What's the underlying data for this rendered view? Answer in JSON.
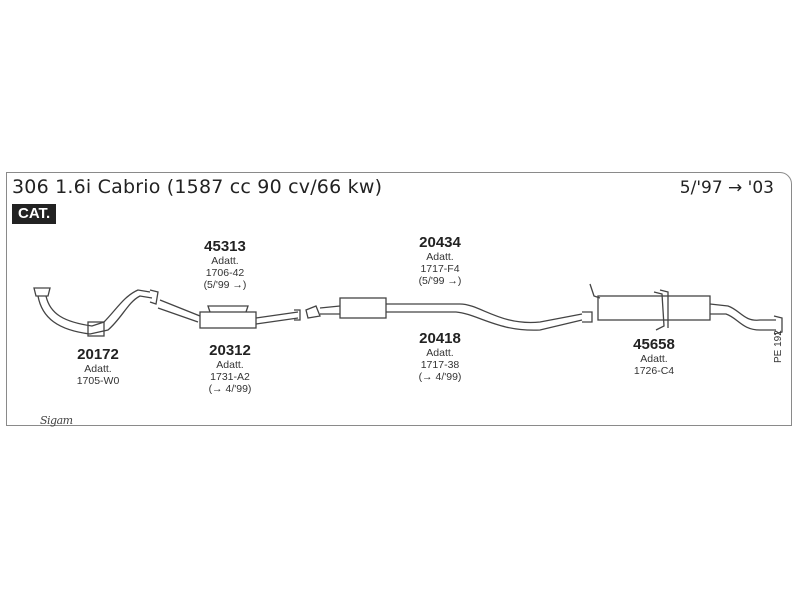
{
  "header": {
    "title": "306 1.6i Cabrio (1587 cc 90 cv/66 kw)",
    "dates": "5/'97 → '03",
    "badge": "CAT."
  },
  "parts": [
    {
      "number": "45313",
      "lines": [
        "Adatt.",
        "1706-42",
        "(5/'99 →)"
      ]
    },
    {
      "number": "20434",
      "lines": [
        "Adatt.",
        "1717-F4",
        "(5/'99 →)"
      ]
    },
    {
      "number": "20172",
      "lines": [
        "Adatt.",
        "1705-W0"
      ]
    },
    {
      "number": "20312",
      "lines": [
        "Adatt.",
        "1731-A2",
        "(→ 4/'99)"
      ]
    },
    {
      "number": "20418",
      "lines": [
        "Adatt.",
        "1717-38",
        "(→ 4/'99)"
      ]
    },
    {
      "number": "45658",
      "lines": [
        "Adatt.",
        "1726-C4"
      ]
    }
  ],
  "page_code": "PE 192",
  "logo": "Sigam"
}
